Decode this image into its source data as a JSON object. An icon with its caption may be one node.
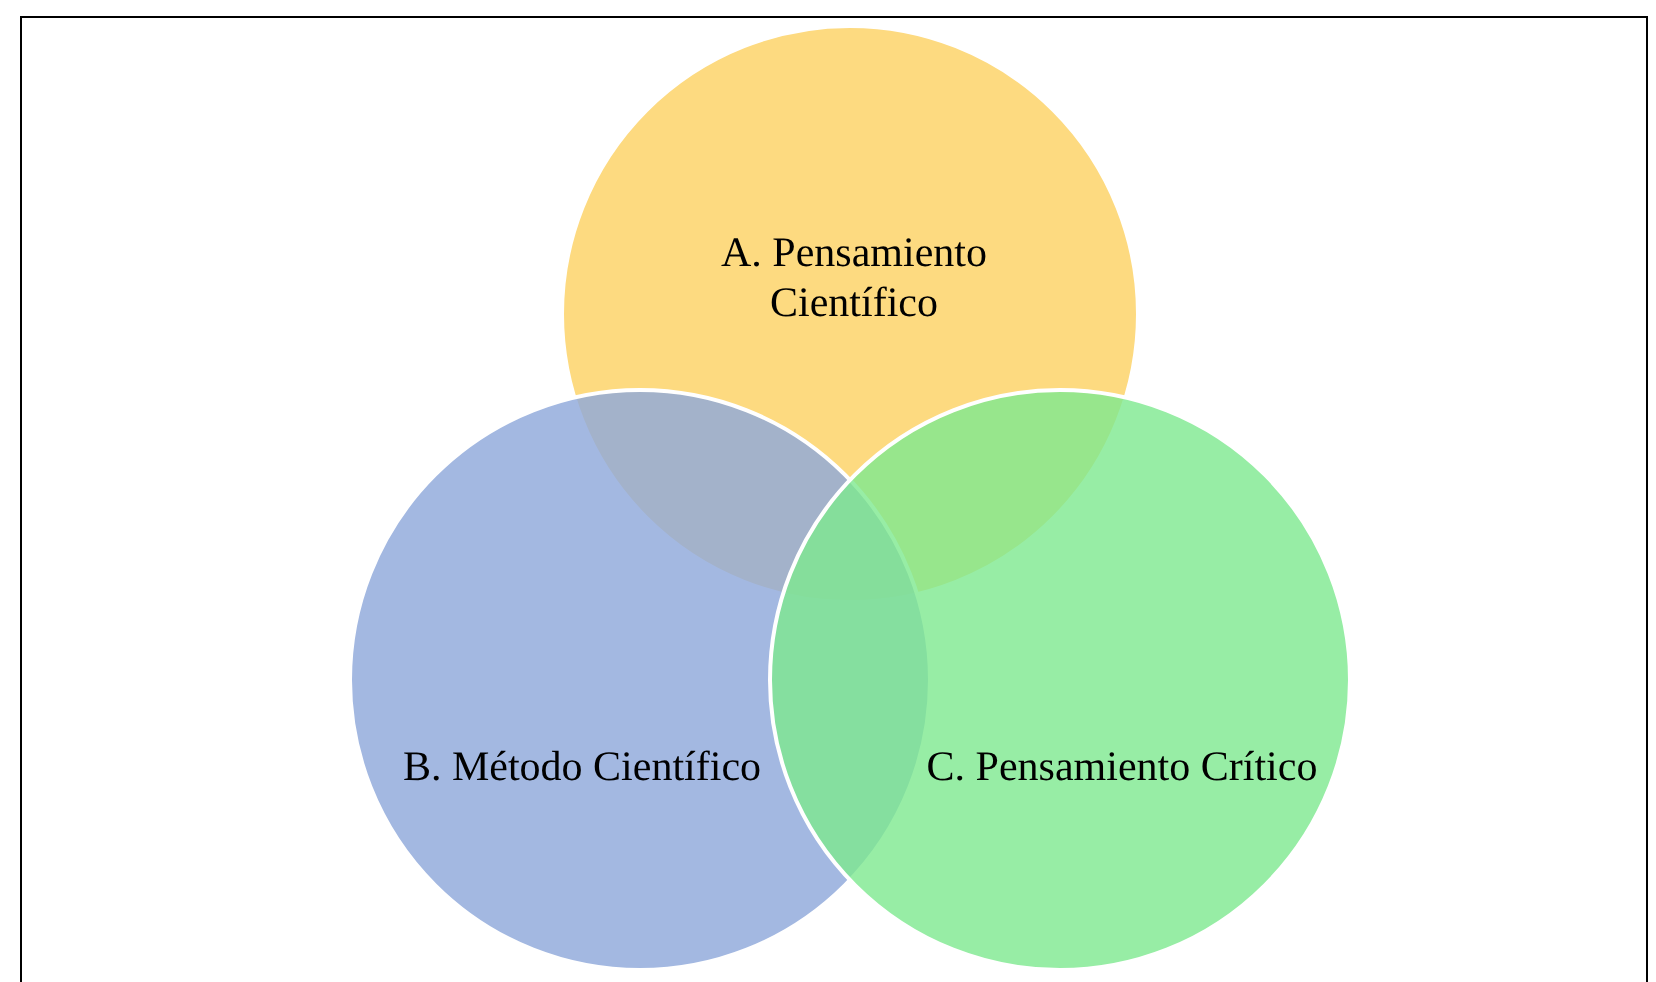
{
  "diagram": {
    "nodes": [
      {
        "text": [
          "A. Pensamiento Científico"
        ]
      },
      {
        "text": [
          "B. Método Científico"
        ]
      },
      {
        "text": [
          "C. Pensamiento Crítico"
        ]
      }
    ]
  }
}
